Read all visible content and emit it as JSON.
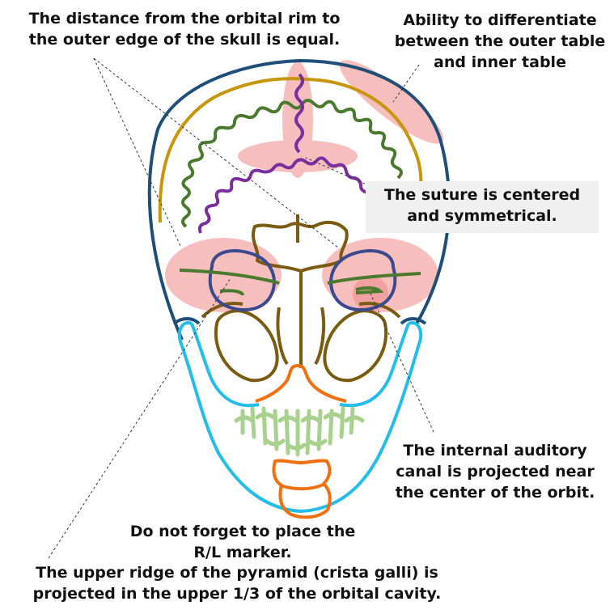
{
  "labels": {
    "distance": [
      "The distance from the orbital rim to",
      "the outer edge of the skull is equal."
    ],
    "tables": [
      "Ability to differentiate",
      "between the outer table",
      "and inner table"
    ],
    "suture": [
      "The suture is centered",
      "and symmetrical."
    ],
    "iac": [
      "The internal auditory",
      "canal is projected near",
      "the center of the orbit."
    ],
    "marker": [
      "Do not forget to place the",
      "R/L marker."
    ],
    "pyramid": [
      "The upper ridge of the pyramid (crista galli) is",
      "projected in the upper 1/3 of the orbital cavity."
    ]
  },
  "colors": {
    "skull_outline": "#1f4e79",
    "inner_table": "#c8960a",
    "coronal_suture": "#4a7a2e",
    "sagittal_suture": "#7b2f9e",
    "facial_bones": "#7a5b10",
    "mandible": "#22bde8",
    "maxilla_teeth_edge": "#f07010",
    "teeth": "#a9d18e",
    "highlight": "#f4a8a8",
    "pyramid_ridge": "#4a7a2e",
    "leader_line": "#333333"
  }
}
